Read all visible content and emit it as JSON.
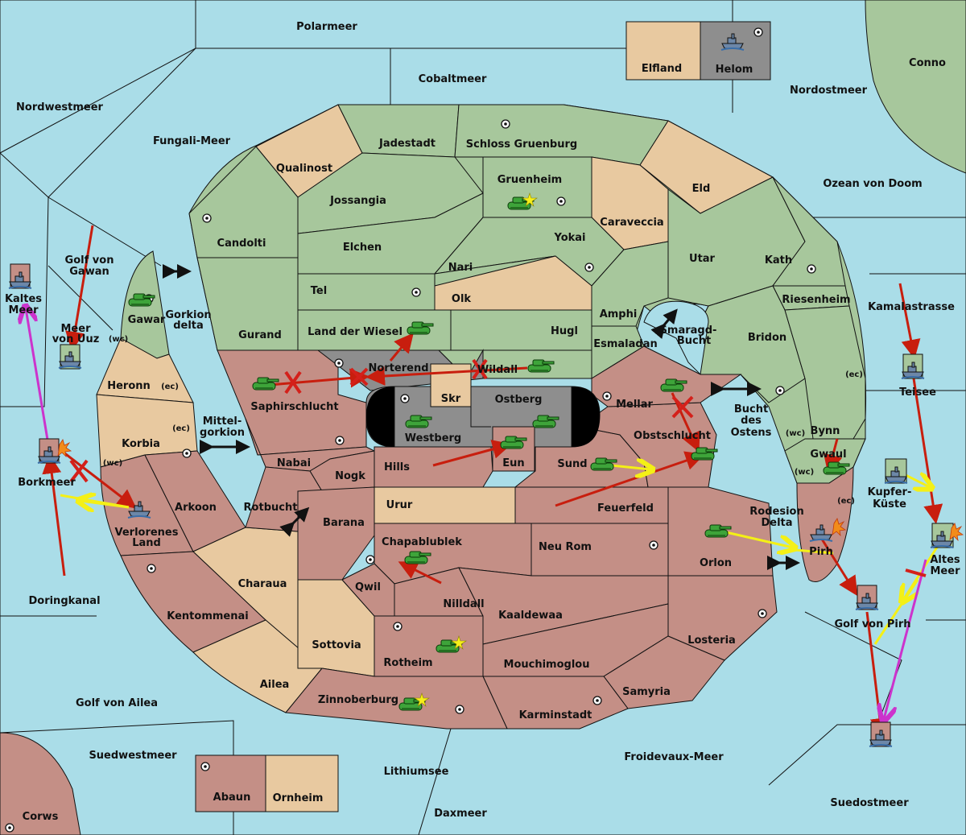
{
  "colors": {
    "sea": "#aadde8",
    "neutral": "#e8c9a0",
    "green_power": "#a7c79c",
    "red_power": "#c48f86",
    "impassable": "#8e8e8e",
    "move_order": "#c81e0e",
    "support_order": "#f4f016",
    "convoy_order": "#cc33cc"
  },
  "icons": {
    "army": "tank-icon",
    "fleet": "ship-icon",
    "supply_center": "supply-center-dot-icon",
    "home_center": "star-icon",
    "dislodged": "burst-icon",
    "failed_order": "x-mark-icon"
  },
  "labels": {
    "polarmeer": "Polarmeer",
    "elfland": "Elfland",
    "helom": "Helom",
    "conno": "Conno",
    "cobaltmeer": "Cobaltmeer",
    "nordwestmeer": "Nordwestmeer",
    "nordostmeer": "Nordostmeer",
    "fungali_meer": "Fungali-Meer",
    "jadestadt": "Jadestadt",
    "schloss_gruenburg": "Schloss Gruenburg",
    "qualinost": "Qualinost",
    "gruenheim": "Gruenheim",
    "eld": "Eld",
    "ozean_von_doom": "Ozean von Doom",
    "jossangia": "Jossangia",
    "caraveccia": "Caraveccia",
    "candolti": "Candolti",
    "yokai": "Yokai",
    "elchen": "Elchen",
    "utar": "Utar",
    "kath": "Kath",
    "golf_von_gawan_1": "Golf von",
    "golf_von_gawan_2": "Gawan",
    "nari": "Nari",
    "kaltes_meer_1": "Kaltes",
    "kaltes_meer_2": "Meer",
    "tel": "Tel",
    "olk": "Olk",
    "riesenheim": "Riesenheim",
    "kamalastrasse": "Kamalastrasse",
    "gawar": "Gawar",
    "gorkion_delta_1": "Gorkion",
    "gorkion_delta_2": "delta",
    "amphi": "Amphi",
    "meer_von_uuz_1": "Meer",
    "meer_von_uuz_2": "von Uuz",
    "gurand": "Gurand",
    "land_der_wiesel": "Land der Wiesel",
    "hugl": "Hugl",
    "smaragd_bucht_1": "Smaragd-",
    "smaragd_bucht_2": "Bucht",
    "bridon": "Bridon",
    "wc": "(wc)",
    "ec": "(ec)",
    "esmaladan": "Esmaladan",
    "norterend": "Norterend",
    "wildall": "Wildall",
    "heronn": "Heronn",
    "teisee": "Teisee",
    "skr": "Skr",
    "ostberg": "Ostberg",
    "mellar": "Mellar",
    "saphirschlucht": "Saphirschlucht",
    "bucht_des_ostens_1": "Bucht",
    "bucht_des_ostens_2": "des",
    "bucht_des_ostens_3": "Ostens",
    "mittelgorkion_1": "Mittel-",
    "mittelgorkion_2": "gorkion",
    "bynn": "Bynn",
    "westberg": "Westberg",
    "obstschlucht": "Obstschlucht",
    "korbia": "Korbia",
    "gwaul": "Gwaul",
    "eun": "Eun",
    "nabai": "Nabai",
    "hills": "Hills",
    "sund": "Sund",
    "borkmeer": "Borkmeer",
    "nogk": "Nogk",
    "kupfer_kueste_1": "Kupfer-",
    "kupfer_kueste_2": "Küste",
    "urur": "Urur",
    "arkoon": "Arkoon",
    "rotbucht": "Rotbucht",
    "feuerfeld": "Feuerfeld",
    "rodesion_delta_1": "Rodesion",
    "rodesion_delta_2": "Delta",
    "barana": "Barana",
    "verlorenes_land_1": "Verlorenes",
    "verlorenes_land_2": "Land",
    "chapablublek": "Chapablublek",
    "neu_rom": "Neu Rom",
    "pirh": "Pirh",
    "altes_meer_1": "Altes",
    "altes_meer_2": "Meer",
    "orlon": "Orlon",
    "charaua": "Charaua",
    "qwil": "Qwil",
    "doringkanal": "Doringkanal",
    "nilldall": "Nilldall",
    "kentommenai": "Kentommenai",
    "kaaldewaa": "Kaaldewaa",
    "golf_von_pirh": "Golf von Pirh",
    "losteria": "Losteria",
    "sottovia": "Sottovia",
    "rotheim": "Rotheim",
    "mouchimoglou": "Mouchimoglou",
    "ailea": "Ailea",
    "samyria": "Samyria",
    "zinnoberburg": "Zinnoberburg",
    "golf_von_ailea": "Golf von Ailea",
    "karminstadt": "Karminstadt",
    "suedwestmeer": "Suedwestmeer",
    "froidevaux_meer": "Froidevaux-Meer",
    "lithiumsee": "Lithiumsee",
    "suedostmeer": "Suedostmeer",
    "abaun": "Abaun",
    "ornheim": "Ornheim",
    "daxmeer": "Daxmeer",
    "corws": "Corws"
  }
}
